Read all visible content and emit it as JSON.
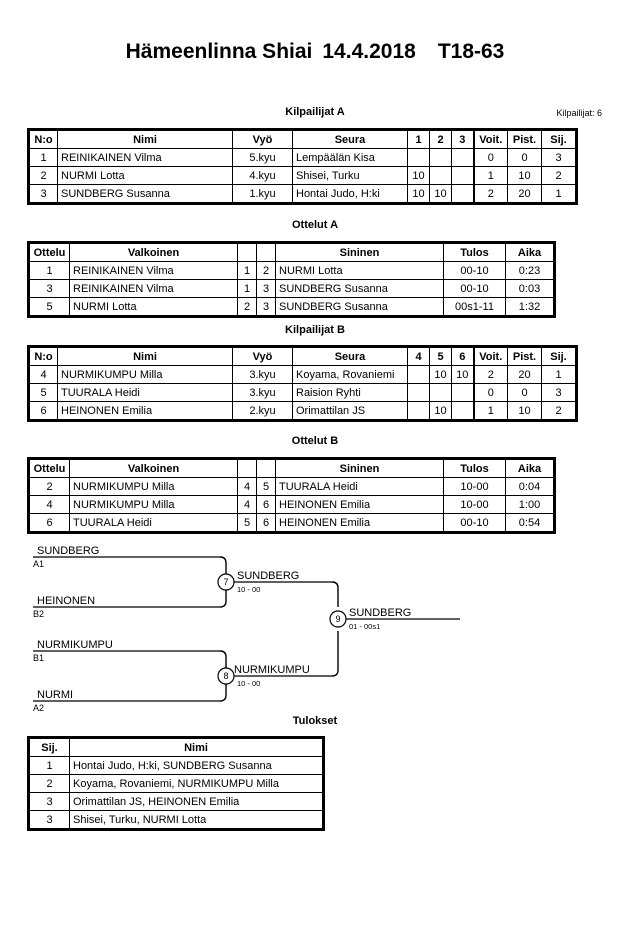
{
  "header": {
    "event": "Hämeenlinna Shiai",
    "date": "14.4.2018",
    "category": "T18-63",
    "competitors_label": "Kilpailijat: 6"
  },
  "pool_a": {
    "caption": "Kilpailijat A",
    "columns": [
      "N:o",
      "Nimi",
      "Vyö",
      "Seura",
      "1",
      "2",
      "3",
      "Voit.",
      "Pist.",
      "Sij."
    ],
    "rows": [
      {
        "no": "1",
        "nimi": "REINIKAINEN Vilma",
        "vyo": "5.kyu",
        "seura": "Lempäälän Kisa",
        "m1": "",
        "m2": "",
        "m3": "",
        "voit": "0",
        "pist": "0",
        "sij": "3"
      },
      {
        "no": "2",
        "nimi": "NURMI Lotta",
        "vyo": "4.kyu",
        "seura": "Shisei, Turku",
        "m1": "10",
        "m2": "",
        "m3": "",
        "voit": "1",
        "pist": "10",
        "sij": "2"
      },
      {
        "no": "3",
        "nimi": "SUNDBERG Susanna",
        "vyo": "1.kyu",
        "seura": "Hontai Judo, H:ki",
        "m1": "10",
        "m2": "10",
        "m3": "",
        "voit": "2",
        "pist": "20",
        "sij": "1"
      }
    ]
  },
  "matches_a": {
    "caption": "Ottelut A",
    "columns": [
      "Ottelu",
      "Valkoinen",
      "",
      "",
      "Sininen",
      "Tulos",
      "Aika"
    ],
    "rows": [
      {
        "ottelu": "1",
        "valkoinen": "REINIKAINEN Vilma",
        "wn": "1",
        "bn": "2",
        "sininen": "NURMI Lotta",
        "tulos": "00-10",
        "aika": "0:23"
      },
      {
        "ottelu": "3",
        "valkoinen": "REINIKAINEN Vilma",
        "wn": "1",
        "bn": "3",
        "sininen": "SUNDBERG Susanna",
        "tulos": "00-10",
        "aika": "0:03"
      },
      {
        "ottelu": "5",
        "valkoinen": "NURMI Lotta",
        "wn": "2",
        "bn": "3",
        "sininen": "SUNDBERG Susanna",
        "tulos": "00s1-11",
        "aika": "1:32"
      }
    ]
  },
  "pool_b": {
    "caption": "Kilpailijat B",
    "columns": [
      "N:o",
      "Nimi",
      "Vyö",
      "Seura",
      "4",
      "5",
      "6",
      "Voit.",
      "Pist.",
      "Sij."
    ],
    "rows": [
      {
        "no": "4",
        "nimi": "NURMIKUMPU Milla",
        "vyo": "3.kyu",
        "seura": "Koyama, Rovaniemi",
        "m1": "",
        "m2": "10",
        "m3": "10",
        "voit": "2",
        "pist": "20",
        "sij": "1"
      },
      {
        "no": "5",
        "nimi": "TUURALA Heidi",
        "vyo": "3.kyu",
        "seura": "Raision Ryhti",
        "m1": "",
        "m2": "",
        "m3": "",
        "voit": "0",
        "pist": "0",
        "sij": "3"
      },
      {
        "no": "6",
        "nimi": "HEINONEN Emilia",
        "vyo": "2.kyu",
        "seura": "Orimattilan JS",
        "m1": "",
        "m2": "10",
        "m3": "",
        "voit": "1",
        "pist": "10",
        "sij": "2"
      }
    ]
  },
  "matches_b": {
    "caption": "Ottelut B",
    "columns": [
      "Ottelu",
      "Valkoinen",
      "",
      "",
      "Sininen",
      "Tulos",
      "Aika"
    ],
    "rows": [
      {
        "ottelu": "2",
        "valkoinen": "NURMIKUMPU Milla",
        "wn": "4",
        "bn": "5",
        "sininen": "TUURALA Heidi",
        "tulos": "10-00",
        "aika": "0:04"
      },
      {
        "ottelu": "4",
        "valkoinen": "NURMIKUMPU Milla",
        "wn": "4",
        "bn": "6",
        "sininen": "HEINONEN Emilia",
        "tulos": "10-00",
        "aika": "1:00"
      },
      {
        "ottelu": "6",
        "valkoinen": "TUURALA Heidi",
        "wn": "5",
        "bn": "6",
        "sininen": "HEINONEN Emilia",
        "tulos": "00-10",
        "aika": "0:54"
      }
    ]
  },
  "bracket": {
    "entries": [
      {
        "name": "SUNDBERG",
        "seed": "A1"
      },
      {
        "name": "HEINONEN",
        "seed": "B2"
      },
      {
        "name": "NURMIKUMPU",
        "seed": "B1"
      },
      {
        "name": "NURMI",
        "seed": "A2"
      }
    ],
    "semifinals": [
      {
        "number": "7",
        "winner": "SUNDBERG",
        "score": "10 - 00"
      },
      {
        "number": "8",
        "winner": "NURMIKUMPU",
        "score": "10 - 00"
      }
    ],
    "final": {
      "number": "9",
      "winner": "SUNDBERG",
      "score": "01 - 00s1"
    }
  },
  "results": {
    "caption": "Tulokset",
    "columns": [
      "Sij.",
      "Nimi"
    ],
    "rows": [
      {
        "sij": "1",
        "nimi": "Hontai Judo, H:ki, SUNDBERG Susanna"
      },
      {
        "sij": "2",
        "nimi": "Koyama, Rovaniemi, NURMIKUMPU Milla"
      },
      {
        "sij": "3",
        "nimi": "Orimattilan JS, HEINONEN Emilia"
      },
      {
        "sij": "3",
        "nimi": "Shisei, Turku, NURMI Lotta"
      }
    ]
  }
}
